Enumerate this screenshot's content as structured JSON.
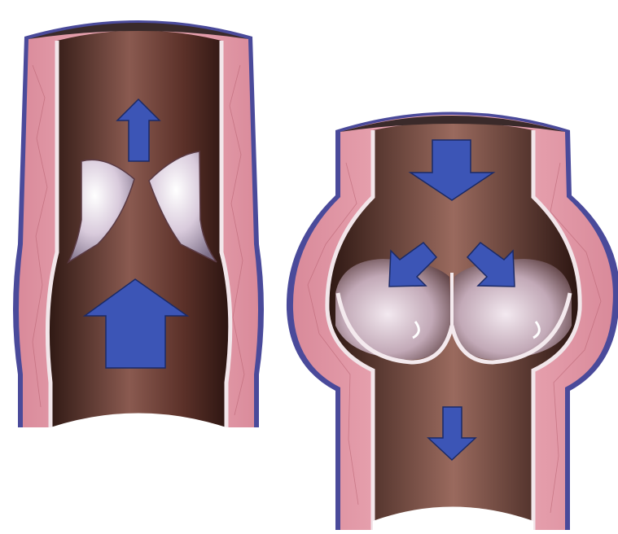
{
  "figure": {
    "panels": [
      {
        "id": "left-vein",
        "valve_state": "open",
        "arrows": [
          "up",
          "up"
        ]
      },
      {
        "id": "right-vein",
        "valve_state": "closed",
        "arrows": [
          "down",
          "down-left",
          "down-right",
          "down"
        ]
      }
    ],
    "colors": {
      "background": "#ffffff",
      "arrow": "#3c55b6",
      "arrow_outline": "#1b2a66",
      "vessel_outer": "#4a4a9a",
      "vessel_wall": "#e39aa8",
      "vessel_lumen_dark": "#3a1f1a",
      "vessel_lumen_light": "#a0706a",
      "valve": "#e8dcea"
    }
  }
}
